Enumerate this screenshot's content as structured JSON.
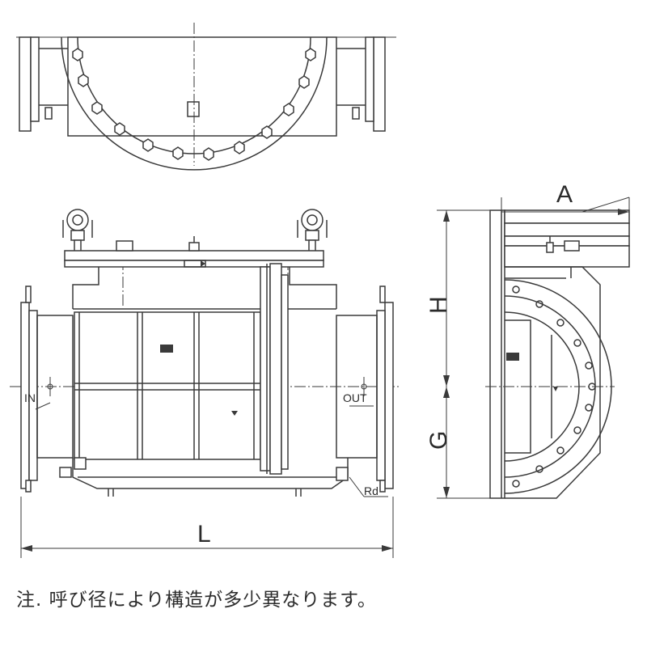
{
  "diagram": {
    "dimensions": {
      "A": "A",
      "H": "H",
      "G": "G",
      "L": "L",
      "Rd": "Rd"
    },
    "flow": {
      "inlet": "IN",
      "outlet": "OUT"
    }
  },
  "note": "注. 呼び径により構造が多少異なります。",
  "colors": {
    "line": "#3a3a3a",
    "background": "#ffffff"
  }
}
